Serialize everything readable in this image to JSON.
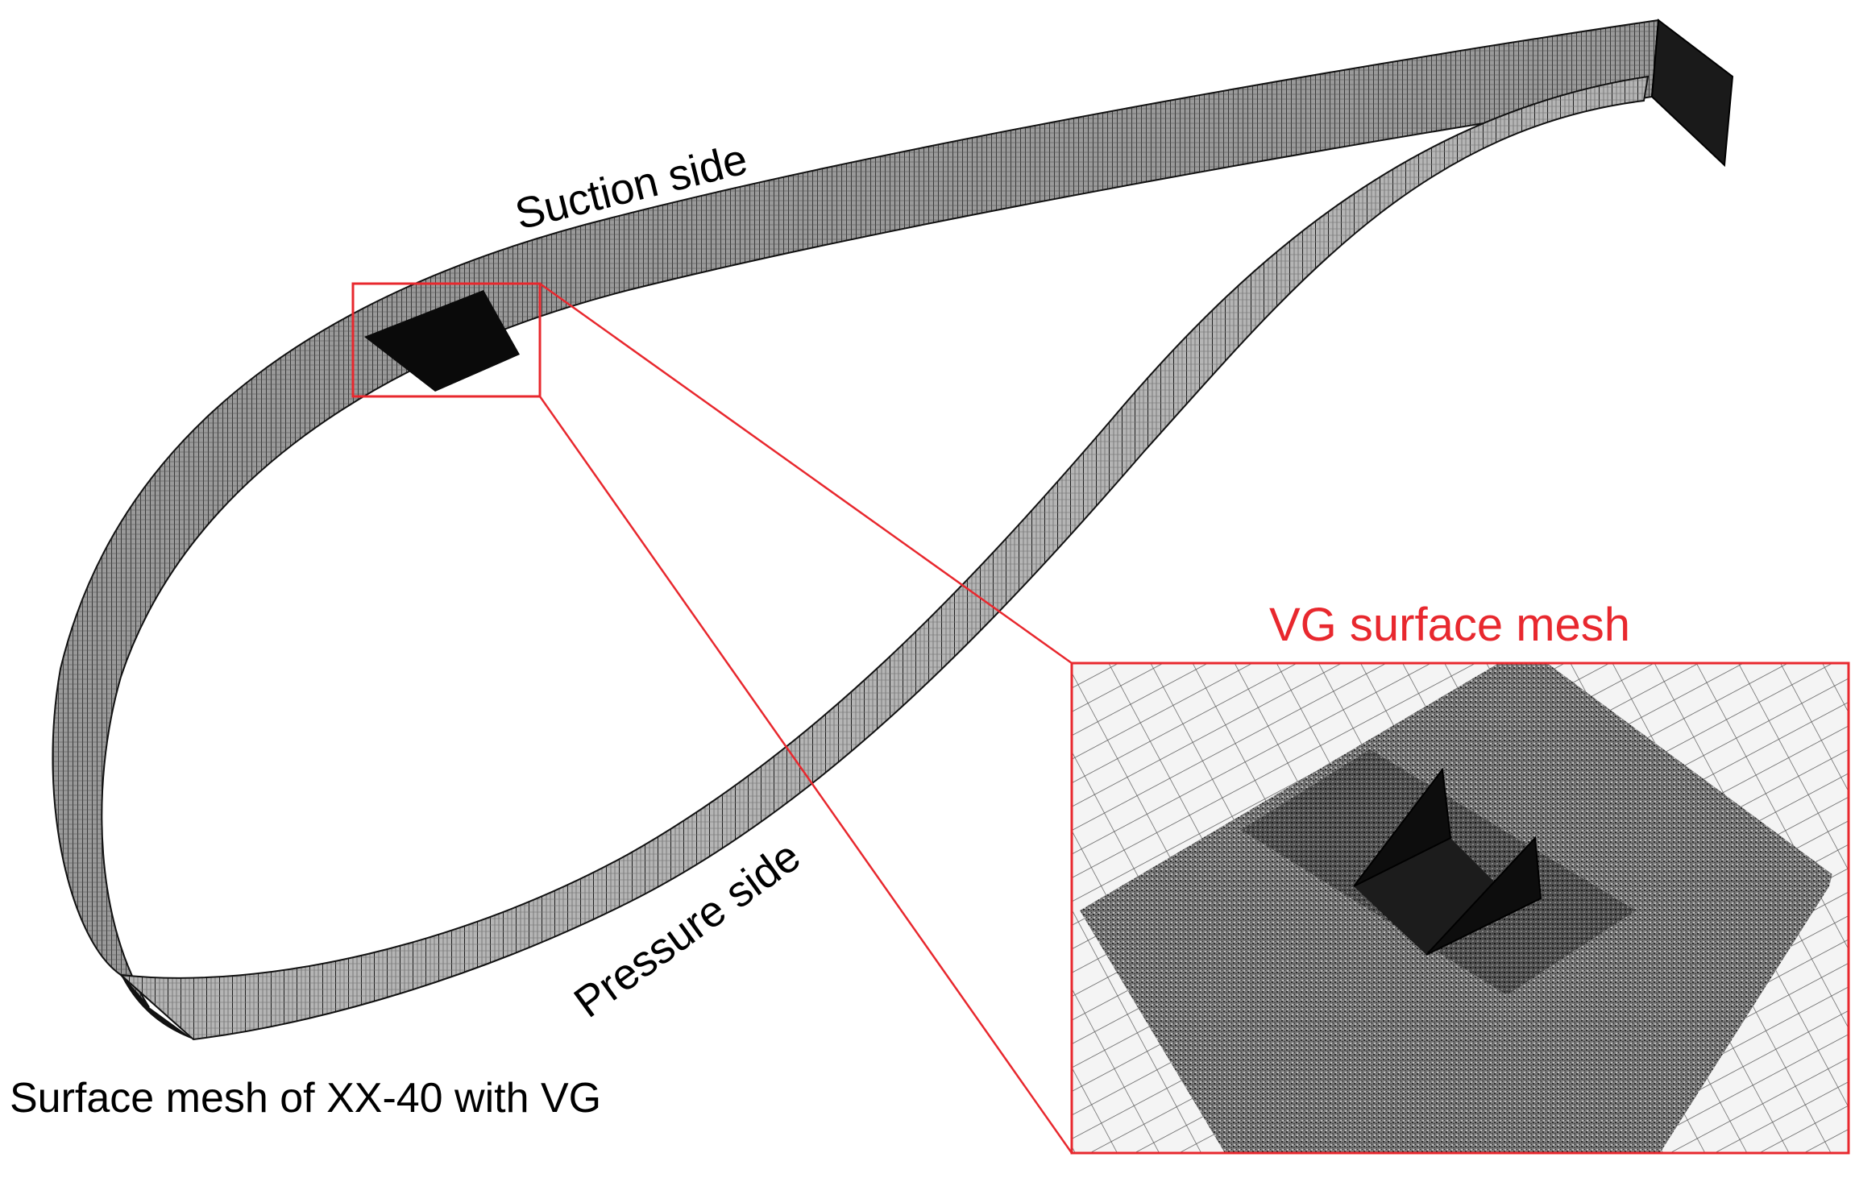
{
  "labels": {
    "suction_side": "Suction side",
    "pressure_side": "Pressure side",
    "caption": "Surface mesh of XX-40 with VG",
    "inset_title": "VG surface mesh"
  },
  "colors": {
    "highlight": "#e8282e",
    "mesh_dark": "#151515",
    "mesh_mid": "#6e6e6e",
    "mesh_light": "#bdbdbd",
    "background": "#ffffff"
  }
}
